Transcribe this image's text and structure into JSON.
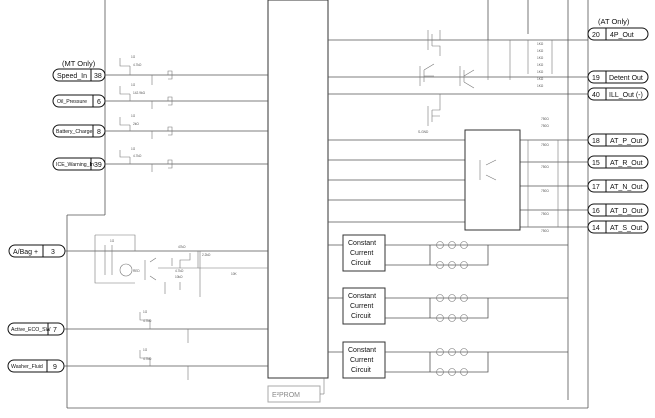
{
  "headers": {
    "mt_only": "(MT Only)",
    "at_only": "(AT Only)"
  },
  "left_pins": [
    {
      "label": "Speed_In",
      "pin": "38"
    },
    {
      "label": "Oil_Pressure",
      "pin": "6"
    },
    {
      "label": "Battery_Charge",
      "pin": "8"
    },
    {
      "label": "ICE_Warning_In",
      "pin": "39"
    },
    {
      "label": "A/Bag +",
      "pin": "3"
    },
    {
      "label": "Active_ECO_SW",
      "pin": "7"
    },
    {
      "label": "Washer_Fluid",
      "pin": "9"
    }
  ],
  "right_pins": [
    {
      "pin": "20",
      "label": "4P_Out"
    },
    {
      "pin": "19",
      "label": "Detent Out"
    },
    {
      "pin": "40",
      "label": "ILL_Out (-)"
    },
    {
      "pin": "18",
      "label": "AT_P_Out"
    },
    {
      "pin": "15",
      "label": "AT_R_Out"
    },
    {
      "pin": "17",
      "label": "AT_N_Out"
    },
    {
      "pin": "16",
      "label": "AT_D_Out"
    },
    {
      "pin": "14",
      "label": "AT_S_Out"
    }
  ],
  "circuit_blocks": [
    {
      "line1": "Constant",
      "line2": "Current",
      "line3": "Circuit"
    },
    {
      "line1": "Constant",
      "line2": "Current",
      "line3": "Circuit"
    },
    {
      "line1": "Constant",
      "line2": "Current",
      "line3": "Circuit"
    }
  ],
  "eprom": {
    "label": "E²PROM"
  },
  "components": {
    "gnd_label": "S-GND",
    "red_label": "RED",
    "res_750": "750Ω",
    "res_1k": "1KΩ",
    "res_10k": "10K",
    "res_47k": "4.7kΩ",
    "res_142k": "142.9kΩ",
    "res_1g": "1G",
    "res_2k": "2kΩ"
  }
}
